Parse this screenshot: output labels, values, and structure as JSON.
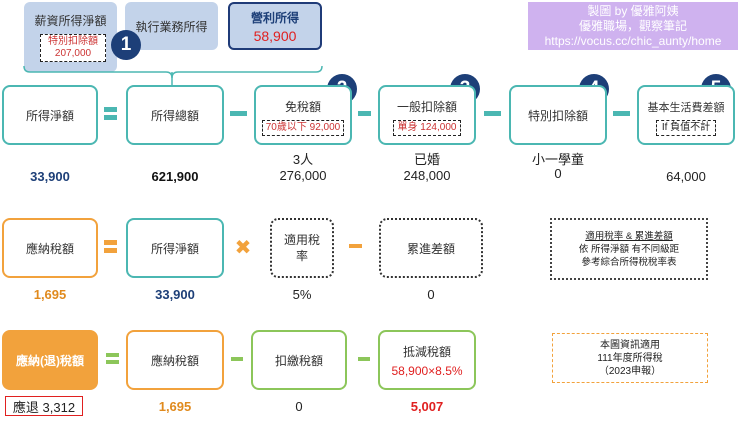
{
  "credit": {
    "line1": "製圖 by 優雅阿姨",
    "line2": "優雅職場，觀察筆記",
    "line3": "https://vocus.cc/chic_aunty/home"
  },
  "income": {
    "salary_label": "薪資所得淨額",
    "special_deduction_label": "特別扣除額",
    "special_deduction_value": "207,000",
    "business_label": "執行業務所得",
    "profit_label": "營利所得",
    "profit_value": "58,900"
  },
  "badges": [
    "1",
    "2",
    "3",
    "4",
    "5"
  ],
  "row1": {
    "net_income_label": "所得淨額",
    "gross_income_label": "所得總額",
    "exemption_label": "免稅額",
    "exemption_note": "70歲以下 92,000",
    "standard_deduction_label": "一般扣除額",
    "standard_deduction_note": "單身 124,000",
    "special_deduction_label": "特別扣除額",
    "basic_living_label": "基本生活費差額",
    "basic_living_note": "If 負值不計",
    "net_income_value": "33,900",
    "gross_income_value": "621,900",
    "exemption_people": "3人",
    "exemption_value": "276,000",
    "standard_status": "已婚",
    "standard_value": "248,000",
    "special_status": "小一學童",
    "special_value": "0",
    "basic_living_value": "64,000"
  },
  "row2": {
    "tax_payable_label": "應納稅額",
    "net_income_label": "所得淨額",
    "rate_label": "適用稅率",
    "progressive_label": "累進差額",
    "tax_payable_value": "1,695",
    "net_income_value": "33,900",
    "rate_value": "5%",
    "progressive_value": "0",
    "note_line1": "適用稅率 & 累進差額",
    "note_line2": "依 所得淨額 有不同級距",
    "note_line3": "參考綜合所得稅稅率表"
  },
  "row3": {
    "refund_label": "應納(退)稅額",
    "tax_payable_label": "應納稅額",
    "withheld_label": "扣繳稅額",
    "credit_label": "抵減稅額",
    "credit_formula": "58,900×8.5%",
    "refund_value": "應退 3,312",
    "tax_payable_value": "1,695",
    "withheld_value": "0",
    "credit_value": "5,007",
    "note_line1": "本圖資訊適用",
    "note_line2": "111年度所得稅",
    "note_line3": "（2023申報）"
  },
  "colors": {
    "teal": "#4bb7b2",
    "orange": "#f2a23c",
    "green": "#8cc65a",
    "navy": "#1d3f78",
    "red": "#e02020",
    "lavender": "#cfb2ef",
    "light_blue": "#c3d3ea"
  }
}
